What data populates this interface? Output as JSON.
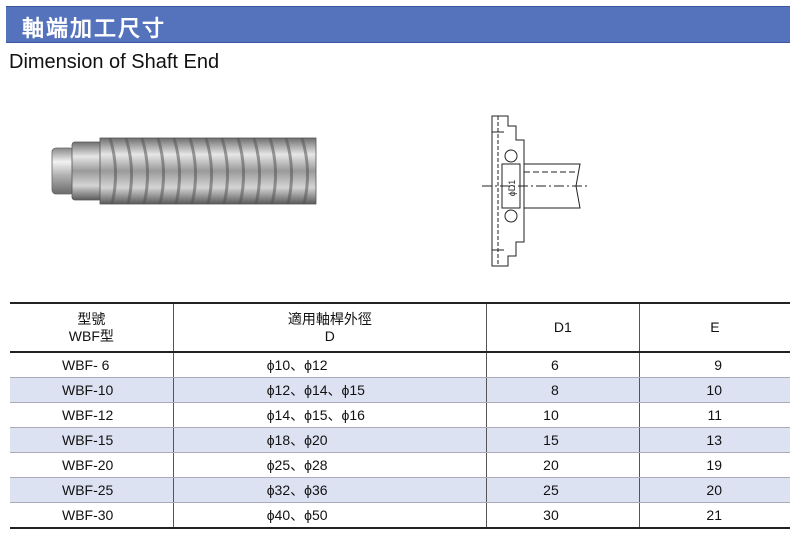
{
  "header": {
    "title": "軸端加工尺寸",
    "subtitle": "Dimension of Shaft End"
  },
  "drawing": {
    "label": "ϕD1"
  },
  "table": {
    "headers": [
      {
        "line1": "型號",
        "line2": "WBF型"
      },
      {
        "line1": "適用軸桿外徑",
        "line2": "D"
      },
      {
        "line1": "D1",
        "line2": ""
      },
      {
        "line1": "E",
        "line2": ""
      }
    ],
    "rows": [
      {
        "model": "WBF-  6",
        "dia": "ϕ10、ϕ12",
        "d1": "6",
        "e": "9"
      },
      {
        "model": "WBF-10",
        "dia": "ϕ12、ϕ14、ϕ15",
        "d1": "8",
        "e": "10"
      },
      {
        "model": "WBF-12",
        "dia": "ϕ14、ϕ15、ϕ16",
        "d1": "10",
        "e": "11"
      },
      {
        "model": "WBF-15",
        "dia": "ϕ18、ϕ20",
        "d1": "15",
        "e": "13"
      },
      {
        "model": "WBF-20",
        "dia": "ϕ25、ϕ28",
        "d1": "20",
        "e": "19"
      },
      {
        "model": "WBF-25",
        "dia": "ϕ32、ϕ36",
        "d1": "25",
        "e": "20"
      },
      {
        "model": "WBF-30",
        "dia": "ϕ40、ϕ50",
        "d1": "30",
        "e": "21"
      }
    ]
  }
}
